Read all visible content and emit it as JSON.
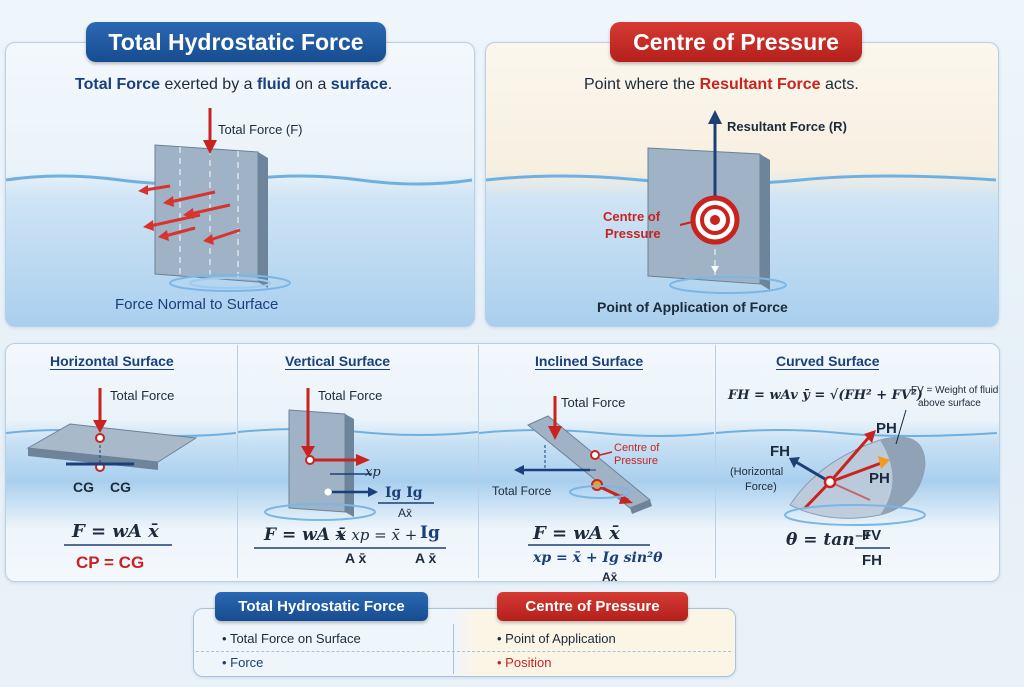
{
  "top_left": {
    "title": "Total Hydrostatic Force",
    "subtitle_parts": [
      "Total Force",
      " exerted by a ",
      "fluid",
      " on a ",
      "surface",
      "."
    ],
    "force_label": "Total Force (F)",
    "caption": "Force Normal to Surface"
  },
  "top_right": {
    "title": "Centre of Pressure",
    "subtitle_parts": [
      "Point where the ",
      "Resultant Force",
      " acts."
    ],
    "resultant_label": "Resultant Force (R)",
    "cp_label_line1": "Centre of",
    "cp_label_line2": "Pressure",
    "caption": "Point of Application of Force"
  },
  "horizontal": {
    "title": "Horizontal Surface",
    "force_label": "Total Force",
    "cg_left": "CG",
    "cg_right": "CG",
    "formula": "F = wA x̄",
    "cp": "CP = CG"
  },
  "vertical": {
    "title": "Vertical Surface",
    "force_label": "Total Force",
    "xp_label": "xp",
    "frac_num": "Ig Ig",
    "frac_den": "Ax̄",
    "formula_left": "F = wA x̄",
    "formula_mid": "+ xp = x̄ +",
    "formula_num": "Ig",
    "den_left": "A x̄",
    "den_right": "A x̄"
  },
  "inclined": {
    "title": "Inclined Surface",
    "force_label_top": "Total Force",
    "force_label_left": "Total Force",
    "cp_line1": "Centre of",
    "cp_line2": "Pressure",
    "formula": "F = wA x̄",
    "xp_formula": "xp = x̄ + Ig sin²θ",
    "den": "Ax̄"
  },
  "curved": {
    "title": "Curved Surface",
    "formula": "FH = wAv ȳ = √(FH² + FV²)",
    "fv_note_line1": "FV = Weight of fluid",
    "fv_note_line2": "above surface",
    "fh_label": "FH",
    "fh_note_line1": "(Horizontal",
    "fh_note_line2": "Force)",
    "ph_top": "PH",
    "ph_bottom": "PH",
    "theta": "θ = tan⁻¹",
    "theta_num": "FV",
    "theta_den": "FH"
  },
  "summary": {
    "left_title": "Total Hydrostatic Force",
    "right_title": "Centre of Pressure",
    "left_items": [
      "Total Force on Surface",
      "Force"
    ],
    "right_items": [
      "Point of Application",
      "Position"
    ]
  },
  "colors": {
    "navy": "#1a3f7a",
    "red": "#c8231f",
    "water": "#a9cfee"
  }
}
